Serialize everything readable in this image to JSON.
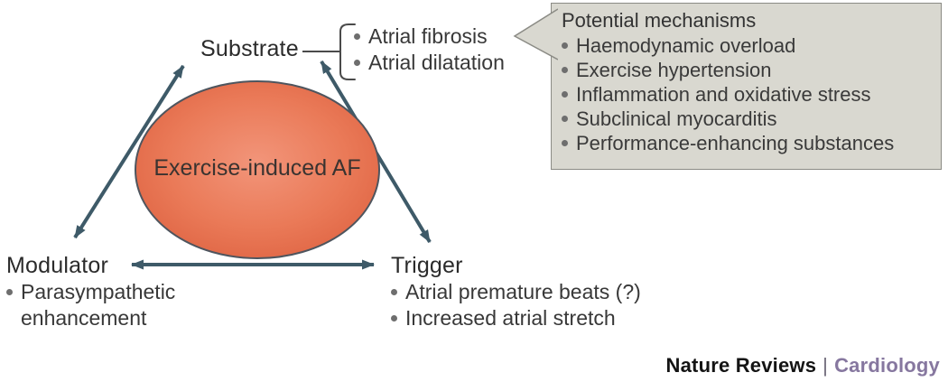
{
  "center": {
    "label": "Exercise-induced AF"
  },
  "nodes": {
    "substrate": {
      "label": "Substrate",
      "items": [
        "Atrial fibrosis",
        "Atrial dilatation"
      ]
    },
    "modulator": {
      "label": "Modulator",
      "items": [
        "Parasympathetic enhancement"
      ]
    },
    "trigger": {
      "label": "Trigger",
      "items": [
        "Atrial premature beats (?)",
        "Increased atrial stretch"
      ]
    }
  },
  "mechanisms": {
    "title": "Potential mechanisms",
    "items": [
      "Haemodynamic overload",
      "Exercise hypertension",
      "Inflammation and oxidative stress",
      "Subclinical myocarditis",
      "Performance-enhancing substances"
    ]
  },
  "footer": {
    "publisher": "Nature Reviews",
    "separator": "|",
    "journal": "Cardiology"
  },
  "colors": {
    "arrow": "#3E5A68",
    "ellipse_center": "#F2957A",
    "ellipse_edge": "#DD603F",
    "ellipse_border": "#4E555E",
    "box_bg": "#D9D8D0",
    "box_border": "#8B8B85",
    "bullet": "#6E6E6E",
    "journal_accent": "#86779F",
    "separator": "#6E6878"
  }
}
